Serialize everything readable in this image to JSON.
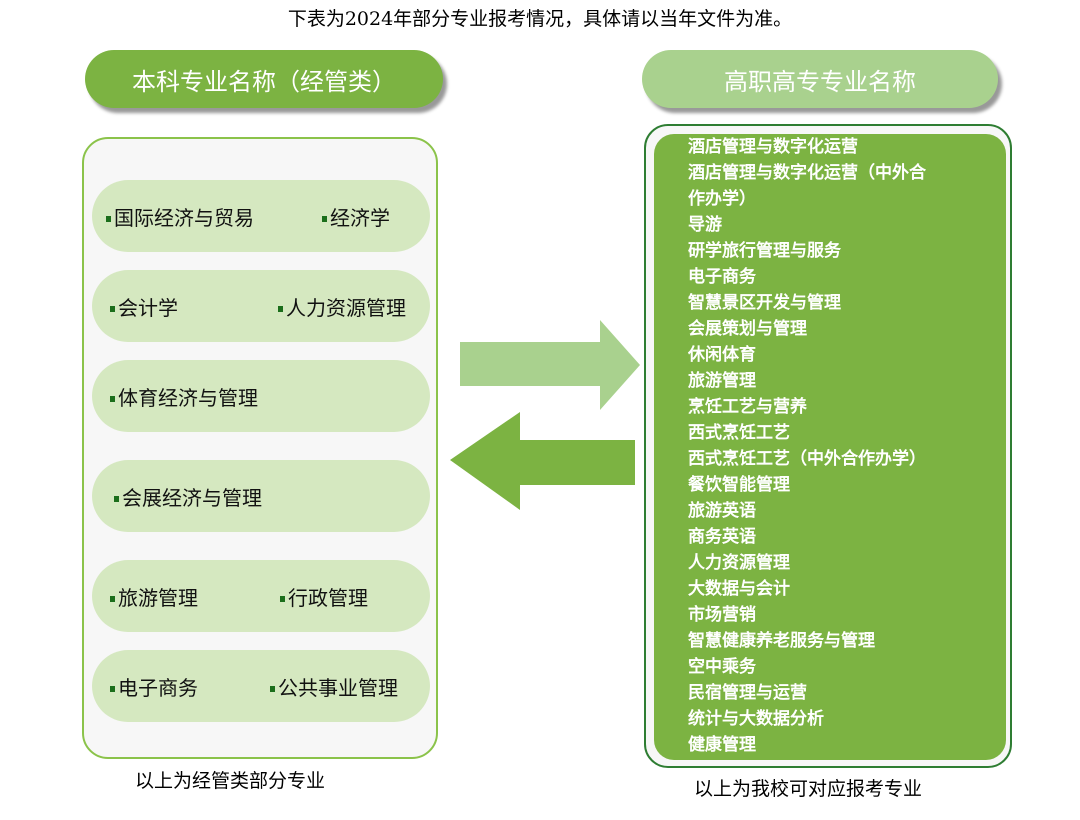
{
  "notice": "下表为2024年部分专业报考情况，具体请以当年文件为准。",
  "left": {
    "header": "本科专业名称（经管类）",
    "rows": [
      [
        "国际经济与贸易",
        "经济学"
      ],
      [
        "会计学",
        "人力资源管理"
      ],
      [
        "体育经济与管理"
      ],
      [
        "会展经济与管理"
      ],
      [
        "旅游管理",
        "行政管理"
      ],
      [
        "电子商务",
        "公共事业管理"
      ]
    ],
    "caption": "以上为经管类部分专业"
  },
  "right": {
    "header": "高职高专专业名称",
    "items": [
      "酒店管理与数字化运营",
      "酒店管理与数字化运营（中外合",
      "作办学）",
      "导游",
      "研学旅行管理与服务",
      "电子商务",
      "智慧景区开发与管理",
      "会展策划与管理",
      "休闲体育",
      "旅游管理",
      "烹饪工艺与营养",
      "西式烹饪工艺",
      "西式烹饪工艺（中外合作办学）",
      "餐饮智能管理",
      "旅游英语",
      "商务英语",
      "人力资源管理",
      "大数据与会计",
      "市场营销",
      "智慧健康养老服务与管理",
      "空中乘务",
      "民宿管理与运营",
      "统计与大数据分析",
      "健康管理"
    ],
    "caption": "以上为我校可对应报考专业"
  },
  "colors": {
    "dark_green": "#7cb342",
    "light_green": "#a9d18e",
    "pill": "#d5e8c0"
  }
}
